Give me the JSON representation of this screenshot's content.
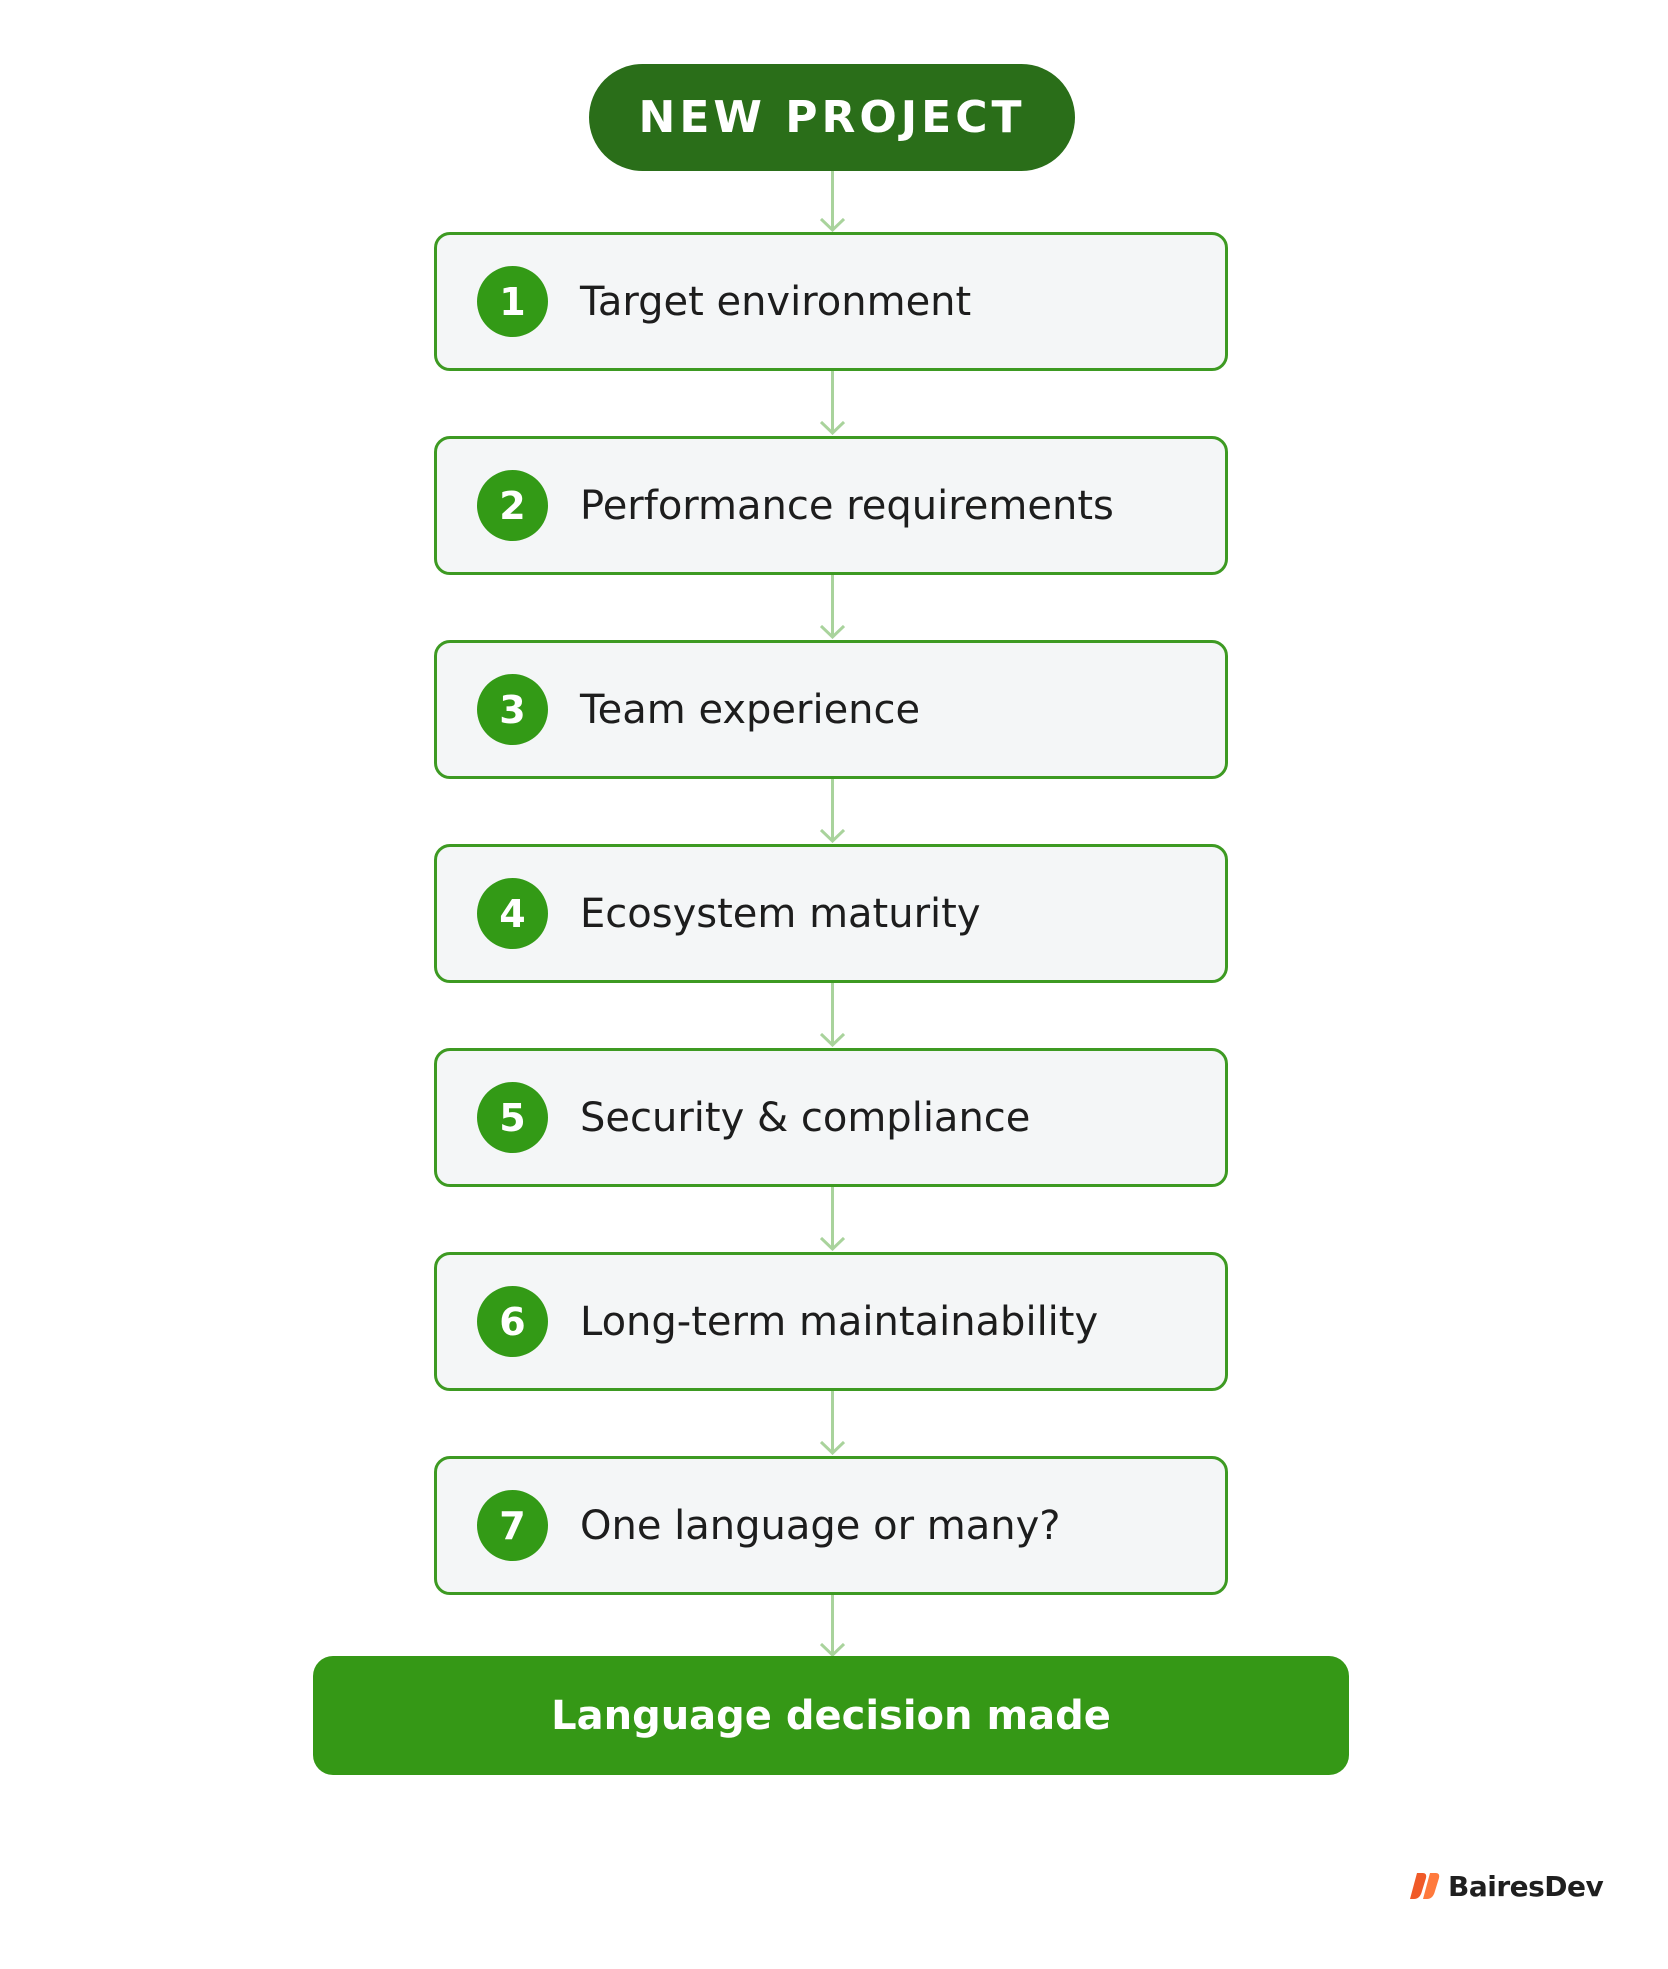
{
  "start": {
    "label": "NEW PROJECT"
  },
  "steps": [
    {
      "number": "1",
      "label": "Target environment"
    },
    {
      "number": "2",
      "label": "Performance requirements"
    },
    {
      "number": "3",
      "label": "Team experience"
    },
    {
      "number": "4",
      "label": "Ecosystem maturity"
    },
    {
      "number": "5",
      "label": "Security & compliance"
    },
    {
      "number": "6",
      "label": "Long-term maintainability"
    },
    {
      "number": "7",
      "label": "One language or many?"
    }
  ],
  "end": {
    "label": "Language decision made"
  },
  "brand": {
    "name": "BairesDev",
    "logo": "bairesdev-logo-icon"
  },
  "colors": {
    "start_fill": "#2a6e19",
    "step_border": "#3d9a22",
    "step_fill": "#f4f6f7",
    "number_fill": "#339a16",
    "end_fill": "#359816",
    "connector": "#a9d39c",
    "brand_accent": "#f05a28"
  }
}
